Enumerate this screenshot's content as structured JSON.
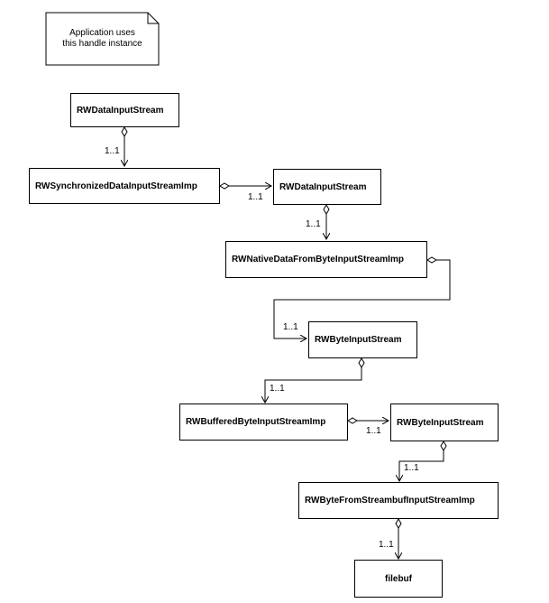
{
  "note": {
    "line1": "Application uses",
    "line2": "this handle instance"
  },
  "classes": {
    "rw_data_input_stream_top": "RWDataInputStream",
    "rw_synchronized_data_input_stream_imp": "RWSynchronizedDataInputStreamImp",
    "rw_data_input_stream_mid": "RWDataInputStream",
    "rw_native_data_from_byte_input_stream_imp": "RWNativeDataFromByteInputStreamImp",
    "rw_byte_input_stream_mid": "RWByteInputStream",
    "rw_buffered_byte_input_stream_imp": "RWBufferedByteInputStreamImp",
    "rw_byte_input_stream_right": "RWByteInputStream",
    "rw_byte_from_streambuf_input_stream_imp": "RWByteFromStreambufInputStreamImp",
    "filebuf": "filebuf"
  },
  "multiplicities": {
    "m1": "1..1",
    "m2": "1..1",
    "m3": "1..1",
    "m4": "1..1",
    "m5": "1..1",
    "m6": "1..1",
    "m7": "1..1",
    "m8": "1..1"
  }
}
